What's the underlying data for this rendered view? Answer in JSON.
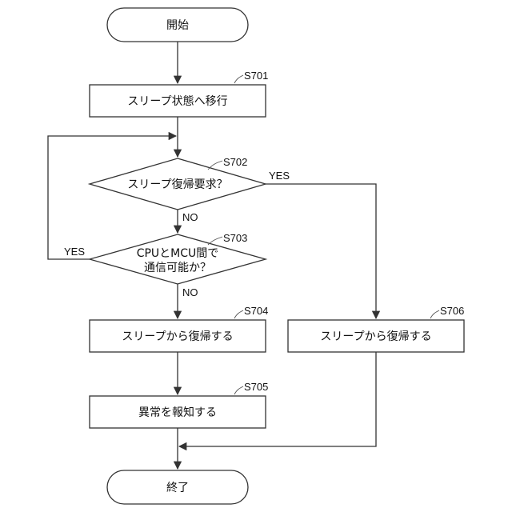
{
  "nodes": {
    "start": {
      "label": "開始"
    },
    "s701": {
      "step": "S701",
      "label": "スリープ状態へ移行"
    },
    "s702": {
      "step": "S702",
      "label": "スリープ復帰要求？"
    },
    "s703": {
      "step": "S703",
      "label_line1": "CPUとMCU間で",
      "label_line2": "通信可能か？"
    },
    "s704": {
      "step": "S704",
      "label": "スリープから復帰する"
    },
    "s705": {
      "step": "S705",
      "label": "異常を報知する"
    },
    "s706": {
      "step": "S706",
      "label": "スリープから復帰する"
    },
    "end": {
      "label": "終了"
    }
  },
  "branches": {
    "s702_yes": "YES",
    "s702_no": "NO",
    "s703_yes": "YES",
    "s703_no": "NO"
  }
}
